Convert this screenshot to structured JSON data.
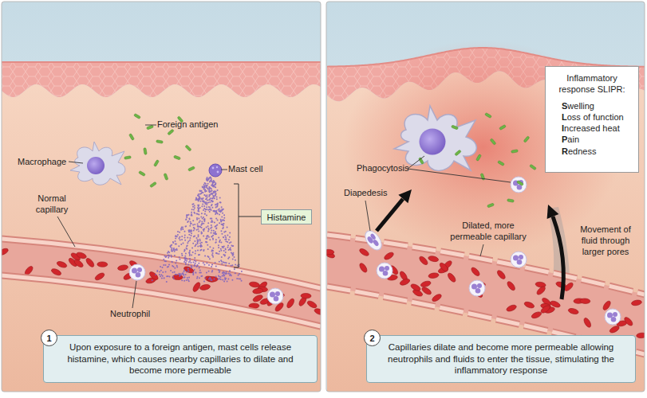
{
  "diagram": {
    "nodes": [
      {
        "text": [
          "Histamine"
        ]
      },
      {
        "text": [
          "1"
        ]
      },
      {
        "text": [
          "Upon exposure to a foreign antigen, mast cells release histamine, which causes nearby capillaries to dilate and become more permeable"
        ]
      },
      {
        "text": [
          "Inflammatory response SLIPR:",
          "Swelling",
          "Loss of function",
          "Increased heat",
          "Pain",
          "Redness"
        ]
      },
      {
        "text": [
          "2"
        ]
      },
      {
        "text": [
          "Capillaries dilate and become more permeable allowing neutrophils and fluids to enter the tissue, stimulating the inflammatory response"
        ]
      }
    ],
    "labels": [
      "Foreign antigen",
      "Macrophage",
      "Mast cell",
      "Normal capillary",
      "Neutrophil",
      "Phagocytosis",
      "Diapedesis",
      "Dilated, more permeable capillary",
      "Movement of fluid through larger pores"
    ]
  }
}
